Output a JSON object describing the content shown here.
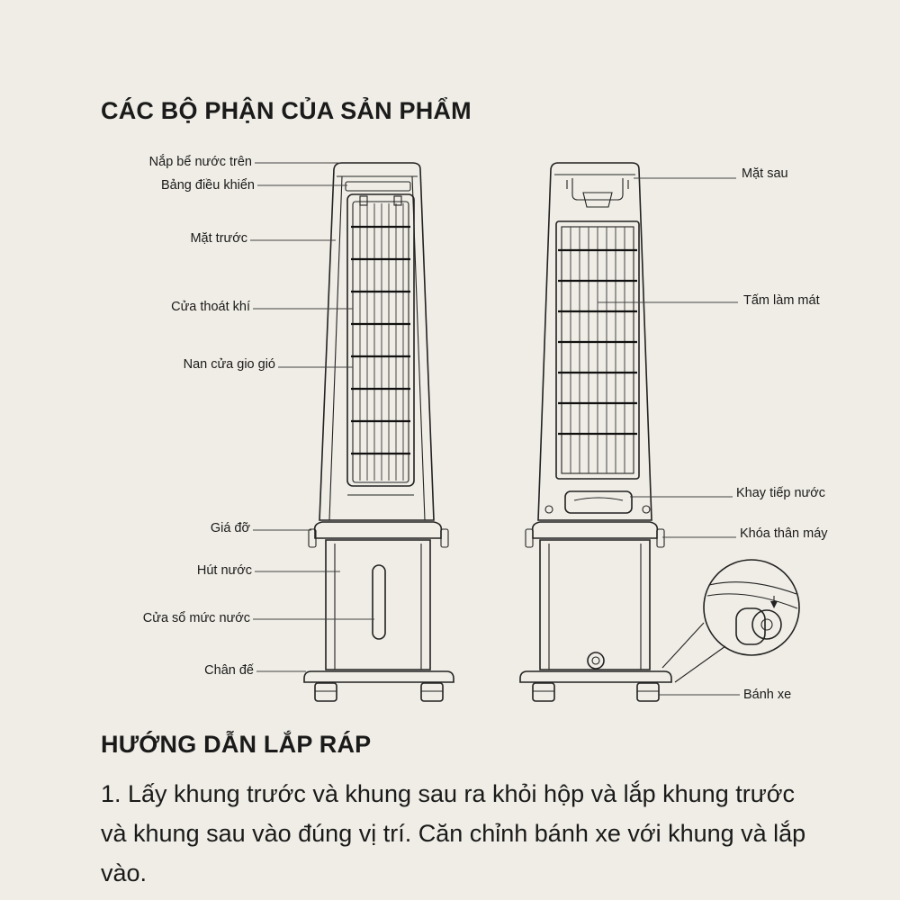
{
  "section_parts": {
    "title": "CÁC BỘ PHẬN CỦA SẢN PHẨM",
    "left_labels": {
      "top_lid": "Nắp bể nước trên",
      "control_panel": "Bảng điều khiển",
      "front_face": "Mặt trước",
      "air_outlet": "Cửa thoát khí",
      "louver": "Nan cửa gio  gió",
      "stand": "Giá đỡ",
      "water_intake": "Hút nước",
      "water_window": "Cửa sổ mức nước",
      "base": "Chân đế"
    },
    "right_labels": {
      "back_face": "Mặt sau",
      "cooling_pad": "Tấm làm mát",
      "water_tray": "Khay tiếp nước",
      "body_lock": "Khóa thân máy",
      "wheel": "Bánh xe"
    }
  },
  "section_assembly": {
    "title": "HƯỚNG DẪN LẮP RÁP",
    "step_1": "1. Lấy khung trước và khung sau ra khỏi hộp và lắp khung trước và khung sau vào đúng vị trí. Căn chỉnh bánh xe với khung và lắp vào."
  }
}
